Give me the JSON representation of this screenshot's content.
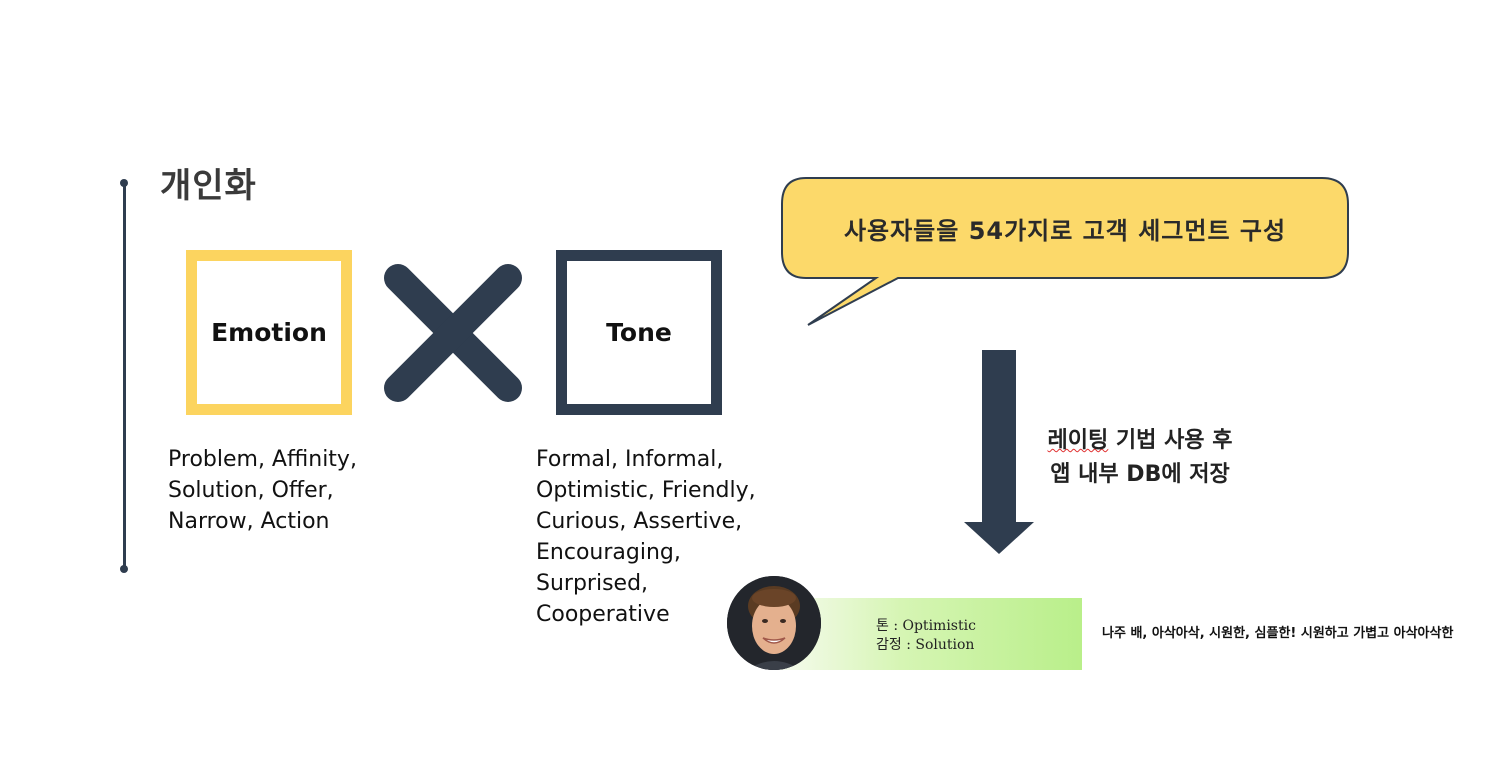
{
  "title": "개인화",
  "emotion": {
    "label": "Emotion",
    "items": "Problem, Affinity,\nSolution, Offer,\nNarrow, Action",
    "color": "#fcd45f"
  },
  "tone": {
    "label": "Tone",
    "items": "Formal, Informal,\nOptimistic, Friendly,\nCurious, Assertive,\nEncouraging,\nSurprised,\nCooperative",
    "color": "#2f3d4f"
  },
  "operator_icon": "cross-icon",
  "callout": {
    "text": "사용자들을 54가지로 고객 세그먼트 구성",
    "color": "#fcd96a"
  },
  "arrow_icon": "arrow-down-icon",
  "rating": {
    "line1_word": "레이팅",
    "line1_rest": " 기법 사용 후",
    "line2": "앱 내부 DB에 저장"
  },
  "example": {
    "tone_line": "톤 : Optimistic",
    "emotion_line": "감정 : Solution",
    "message": "나주 배, 아삭아삭, 시원한, 심플한! 시원하고 가볍고 아삭아삭한"
  }
}
